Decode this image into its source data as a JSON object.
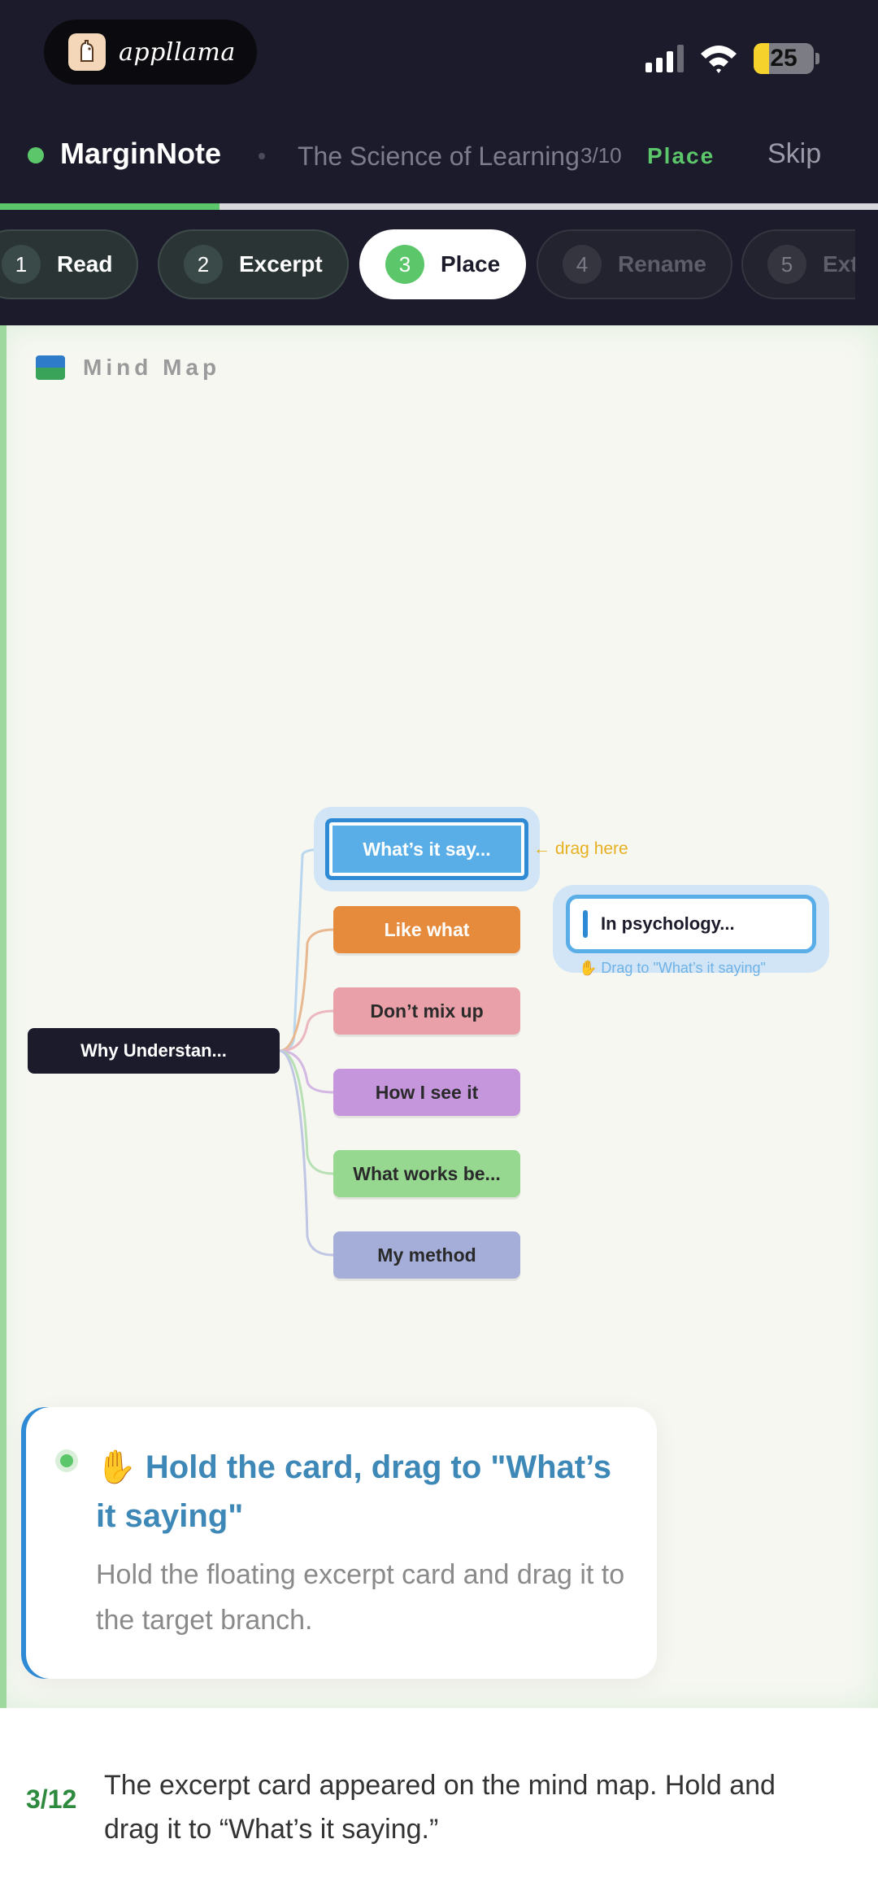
{
  "status_bar": {
    "brand": "appllama",
    "battery_level": "25"
  },
  "header": {
    "app_name": "MarginNote",
    "book_title": "The Science of Learning",
    "step_count": "3/10",
    "step_name": "Place",
    "skip_label": "Skip",
    "progress_fraction": 0.25
  },
  "steps": [
    {
      "num": "1",
      "label": "Read",
      "state": "done"
    },
    {
      "num": "2",
      "label": "Excerpt",
      "state": "done"
    },
    {
      "num": "3",
      "label": "Place",
      "state": "active"
    },
    {
      "num": "4",
      "label": "Rename",
      "state": "future"
    },
    {
      "num": "5",
      "label": "Extend",
      "state": "future"
    }
  ],
  "mindmap": {
    "title": "Mind Map",
    "root": "Why Understan...",
    "branches": [
      "What’s it say...",
      "Like what",
      "Don’t mix up",
      "How I see it",
      "What works be...",
      "My method"
    ],
    "drag_here_label": "← drag here",
    "floating_card": "In psychology...",
    "floating_hint": "✋ Drag to \"What’s it saying\""
  },
  "tip": {
    "title": "✋ Hold the card, drag to \"What’s it saying\"",
    "body": "Hold the floating excerpt card and drag it to the target branch."
  },
  "caption": {
    "count": "3/12",
    "text": "The excerpt card appeared on the mind map. Hold and drag it to “What’s it saying.”"
  },
  "colors": {
    "accent_green": "#5cc66a",
    "accent_blue": "#2f8ad6",
    "header_bg": "#1b1b2b"
  }
}
